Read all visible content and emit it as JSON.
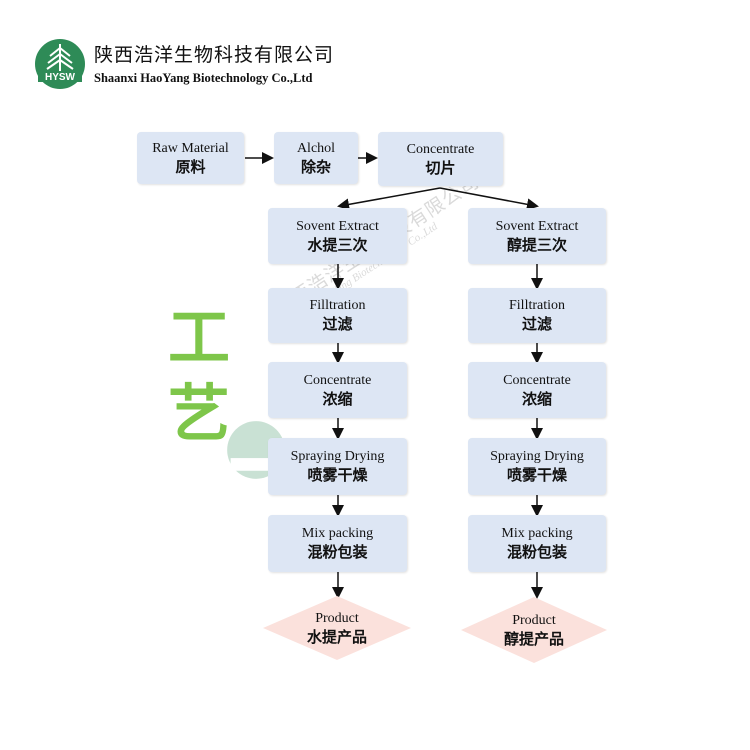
{
  "header": {
    "logo_text": "HYSW",
    "company_cn": "陕西浩洋生物科技有限公司",
    "company_en": "Shaanxi HaoYang Biotechnology Co.,Ltd"
  },
  "side_label": [
    "工",
    "艺"
  ],
  "watermark": {
    "cn": "陕西浩洋生物科技有限公司",
    "en": "Shaanxi HaoYang Biotechnology Co.,Ltd"
  },
  "top_row": [
    {
      "en": "Raw Material",
      "cn": "原料"
    },
    {
      "en": "Alchol",
      "cn": "除杂"
    },
    {
      "en": "Concentrate",
      "cn": "切片"
    }
  ],
  "left_column": [
    {
      "en": "Sovent Extract",
      "cn": "水提三次"
    },
    {
      "en": "Filltration",
      "cn": "过滤"
    },
    {
      "en": "Concentrate",
      "cn": "浓缩"
    },
    {
      "en": "Spraying Drying",
      "cn": "喷雾干燥"
    },
    {
      "en": "Mix packing",
      "cn": "混粉包装"
    }
  ],
  "right_column": [
    {
      "en": "Sovent Extract",
      "cn": "醇提三次"
    },
    {
      "en": "Filltration",
      "cn": "过滤"
    },
    {
      "en": "Concentrate",
      "cn": "浓缩"
    },
    {
      "en": "Spraying Drying",
      "cn": "喷雾干燥"
    },
    {
      "en": "Mix packing",
      "cn": "混粉包装"
    }
  ],
  "products": [
    {
      "en": "Product",
      "cn": "水提产品"
    },
    {
      "en": "Product",
      "cn": "醇提产品"
    }
  ],
  "colors": {
    "box_fill": "#dde6f4",
    "diamond_fill": "#fbe1dc",
    "side_label": "#7ec64a",
    "logo_green": "#2e8b57"
  }
}
